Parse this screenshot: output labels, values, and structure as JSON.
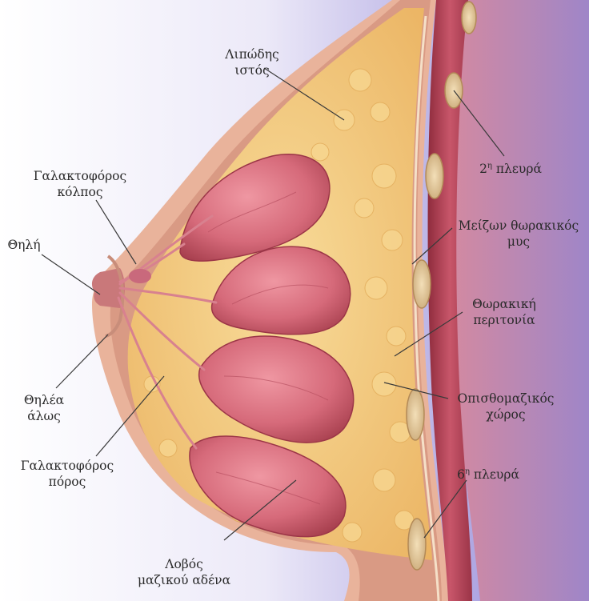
{
  "labels": {
    "fat_tissue": {
      "line1": "Λιπώδης",
      "line2": "ιστός"
    },
    "lactiferous_sinus": {
      "line1": "Γαλακτοφόρος",
      "line2": "κόλπος"
    },
    "nipple": {
      "line1": "Θηλή"
    },
    "areola": {
      "line1": "Θηλέα",
      "line2": "άλως"
    },
    "lactiferous_duct": {
      "line1": "Γαλακτοφόρος",
      "line2": "πόρος"
    },
    "gland_lobe": {
      "line1": "Λοβός",
      "line2": "μαζικού αδένα"
    },
    "rib_2": {
      "num": "2",
      "sup": "η",
      "word": "πλευρά"
    },
    "pectoralis_major": {
      "line1": "Μείζων θωρακικός",
      "line2": "μυς"
    },
    "thoracic_fascia": {
      "line1": "Θωρακική",
      "line2": "περιτονία"
    },
    "retromammary_space": {
      "line1": "Οπισθομαζικός",
      "line2": "χώρος"
    },
    "rib_6": {
      "num": "6",
      "sup": "η",
      "word": "πλευρά"
    }
  },
  "colors": {
    "background_gradient": [
      "#ffffff",
      "#9a8fd8"
    ],
    "skin": "#e6ad95",
    "fat": "#f0c77c",
    "lobe": "#d9697a",
    "muscle": "#b8485a",
    "rib": "#e8cfa0",
    "leader_line": "#3a3a3a"
  }
}
